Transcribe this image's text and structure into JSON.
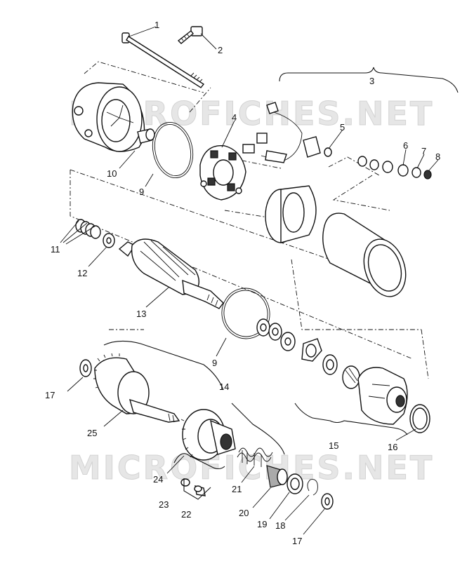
{
  "watermark": {
    "text": "MICROFICHES.NET"
  },
  "callouts": {
    "c1": "1",
    "c2": "2",
    "c3": "3",
    "c4": "4",
    "c5": "5",
    "c6": "6",
    "c7": "7",
    "c8": "8",
    "c9a": "9",
    "c9b": "9",
    "c10": "10",
    "c11": "11",
    "c12": "12",
    "c13": "13",
    "c14": "14",
    "c15": "15",
    "c16": "16",
    "c17a": "17",
    "c17b": "17",
    "c18": "18",
    "c19": "19",
    "c20": "20",
    "c21": "21",
    "c22": "22",
    "c23": "23",
    "c24": "24",
    "c25": "25"
  }
}
